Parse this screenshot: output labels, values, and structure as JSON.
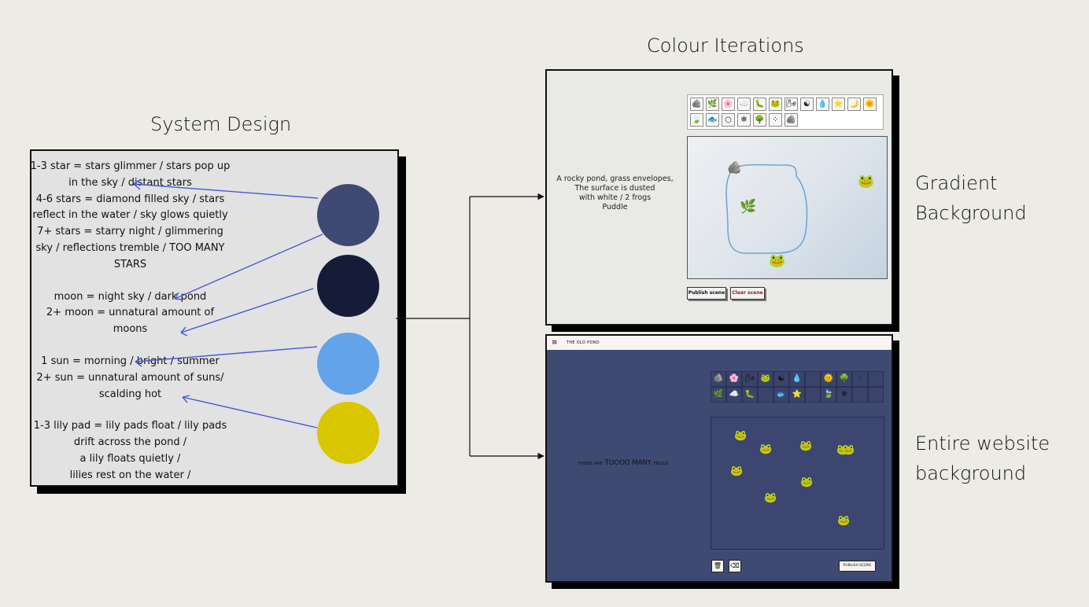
{
  "headings": {
    "system_design": "System Design",
    "colour_iterations": "Colour Iterations",
    "gradient_label": [
      "Gradient",
      "Background"
    ],
    "website_label": [
      "Entire website",
      "background"
    ]
  },
  "system_design": {
    "rules": [
      "1-3 star = stars glimmer / stars pop up in the sky / distant stars\n4-6 stars = diamond filled sky / stars reflect in the water / sky glows quietly\n7+ stars = starry night / glimmering sky / reflections tremble / TOO MANY STARS",
      "moon = night sky / dark pond\n2+ moon = unnatural amount of moons",
      "1 sun = morning / bright / summer\n2+ sun = unnatural amount of suns/ scalding hot",
      "1-3 lily pad = lily pads float / lily pads drift across the pond /\na lily floats quietly /\nlilies rest on the water /"
    ],
    "swatches": [
      "#3f4a72",
      "#161c38",
      "#62a3ea",
      "#d8c600"
    ],
    "arrow_color": "#4a57d6"
  },
  "gradient_mockup": {
    "description": [
      "A rocky pond, grass envelopes,",
      "The surface is dusted",
      "with white / 2 frogs",
      "Puddle"
    ],
    "palette_row1": [
      "🪨",
      "🌿",
      "🌸",
      "☁️",
      "🐛",
      "🐸",
      "🌬",
      "☯",
      "💧",
      "⭐",
      "🌙",
      "🌞"
    ],
    "palette_row2": [
      "🍃",
      "🐟",
      "○",
      "❄",
      "🌳",
      "⁘",
      "🪨"
    ],
    "publish_label": "Publish scene",
    "clear_label": "Clear scene"
  },
  "website_mockup": {
    "menu_icon": "≡",
    "site_title": "THE OLD POND",
    "message_prefix": "THERE ARE",
    "message_main": "TOOOO MANY",
    "message_suffix": "FROGS",
    "palette_row1": [
      "🪨",
      "🌸",
      "🌬",
      "🐸",
      "☯",
      "💧",
      "",
      "🌞",
      "🌳",
      "⁘",
      ""
    ],
    "palette_row2": [
      "🌿",
      "☁️",
      "🐛",
      "",
      "🐟",
      "⭐",
      "",
      "🍃",
      "❄",
      "",
      ""
    ],
    "publish_label": "PUBLISH SCENE",
    "trash_icon": "🗑",
    "eraser_icon": "⌫",
    "frog_count": 9
  },
  "emoji": {
    "frog": "🐸",
    "rock": "🪨",
    "grass": "🌿"
  }
}
